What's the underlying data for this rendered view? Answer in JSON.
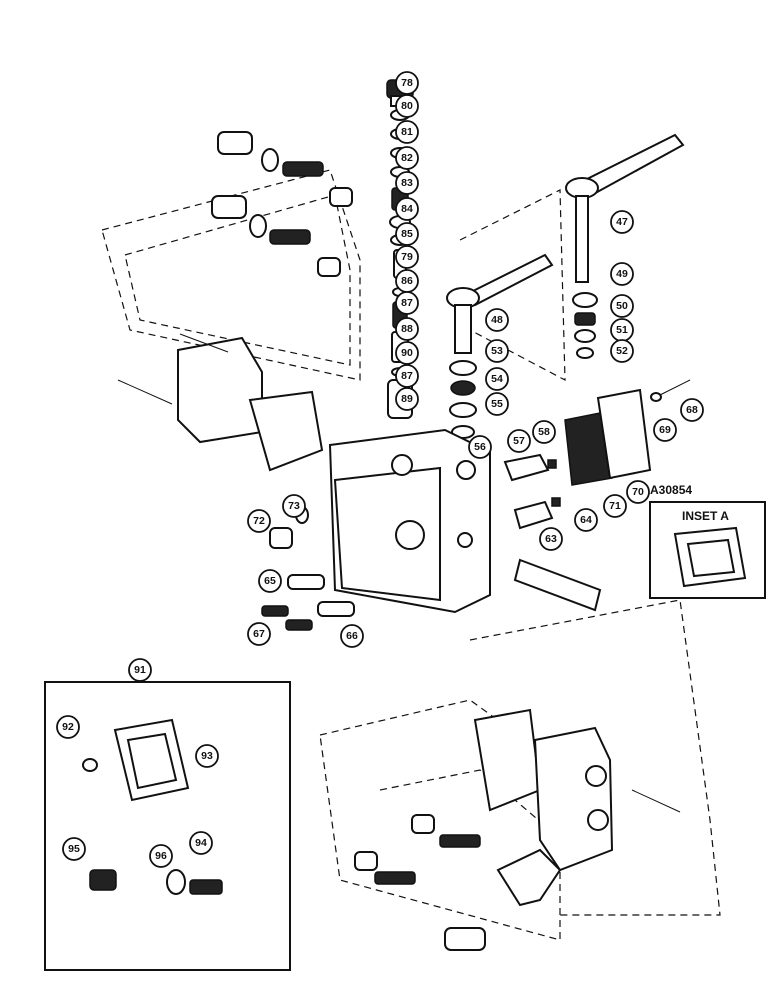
{
  "figure_code": "A30854",
  "inset_a_label": "INSET A",
  "inset_91_label": "91",
  "callouts": [
    "78",
    "80",
    "81",
    "82",
    "83",
    "84",
    "85",
    "79",
    "86",
    "87",
    "88",
    "90",
    "87",
    "89",
    "47",
    "49",
    "50",
    "51",
    "52",
    "48",
    "53",
    "54",
    "55",
    "56",
    "57",
    "58",
    "63",
    "64",
    "68",
    "69",
    "70",
    "71",
    "72",
    "73",
    "65",
    "66",
    "67",
    "92",
    "93",
    "94",
    "95",
    "96"
  ]
}
